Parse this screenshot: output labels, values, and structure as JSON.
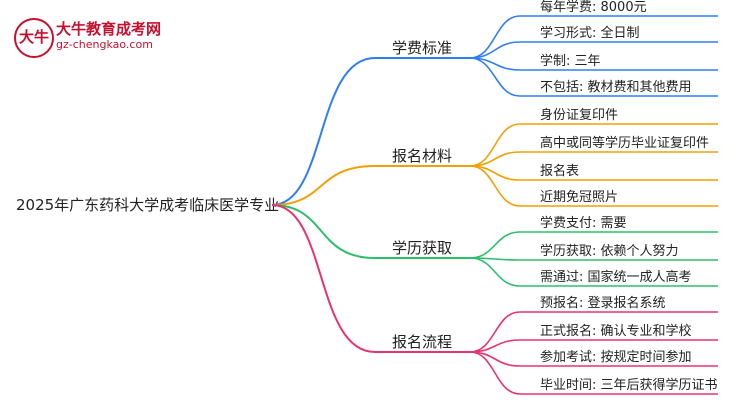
{
  "logo": {
    "mark_text": "大牛",
    "name": "大牛教育成考网",
    "url": "gz-chengkao.com"
  },
  "root": {
    "label": "2025年广东药科大学成考临床医学专业"
  },
  "branches": [
    {
      "label": "学费标准",
      "color": "#2f7df6",
      "leaves": [
        "每年学费: 8000元",
        "学习形式: 全日制",
        "学制: 三年",
        "不包括: 教材费和其他费用"
      ]
    },
    {
      "label": "报名材料",
      "color": "#f2a007",
      "leaves": [
        "身份证复印件",
        "高中或同等学历毕业证复印件",
        "报名表",
        "近期免冠照片"
      ]
    },
    {
      "label": "学历获取",
      "color": "#2bbf6a",
      "leaves": [
        "学费支付: 需要",
        "学历获取: 依赖个人努力",
        "需通过: 国家统一成人高考"
      ]
    },
    {
      "label": "报名流程",
      "color": "#e8336d",
      "leaves": [
        "预报名: 登录报名系统",
        "正式报名: 确认专业和学校",
        "参加考试: 按规定时间参加",
        "毕业时间: 三年后获得学历证书"
      ]
    }
  ]
}
